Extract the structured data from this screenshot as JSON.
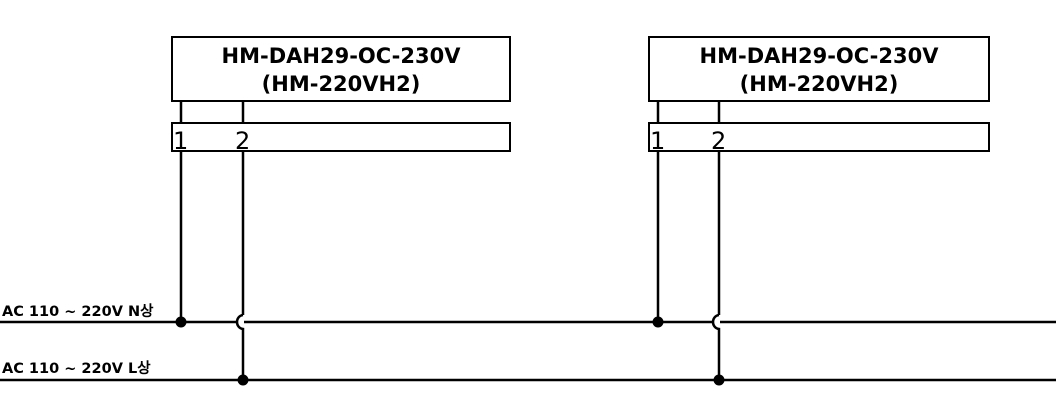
{
  "devices": [
    {
      "title_line1": "HM-DAH29-OC-230V",
      "title_line2": "(HM-220VH2)",
      "terminals": [
        "1",
        "2"
      ]
    },
    {
      "title_line1": "HM-DAH29-OC-230V",
      "title_line2": "(HM-220VH2)",
      "terminals": [
        "1",
        "2"
      ]
    }
  ],
  "buses": [
    {
      "label": "AC 110 ~ 220V N상"
    },
    {
      "label": "AC 110 ~ 220V L상"
    }
  ]
}
